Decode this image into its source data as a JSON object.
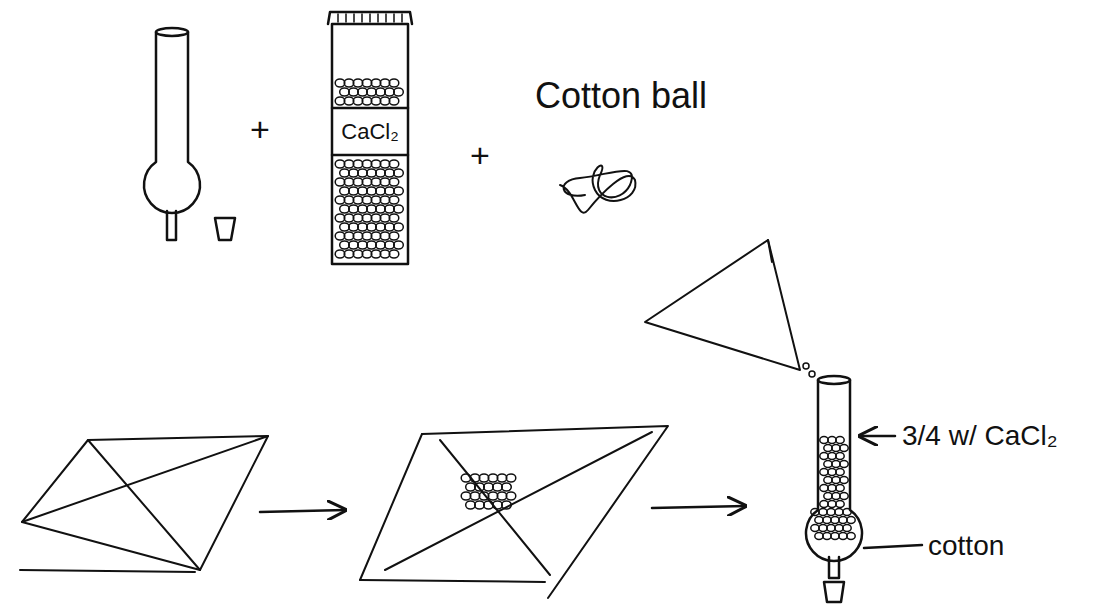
{
  "diagram": {
    "nodes": [
      {
        "text": [
          "CaCl₂"
        ]
      }
    ],
    "labels": [
      "+",
      "+",
      "Cotton ball",
      "3/4 w/ CaCl₂",
      "cotton"
    ]
  }
}
